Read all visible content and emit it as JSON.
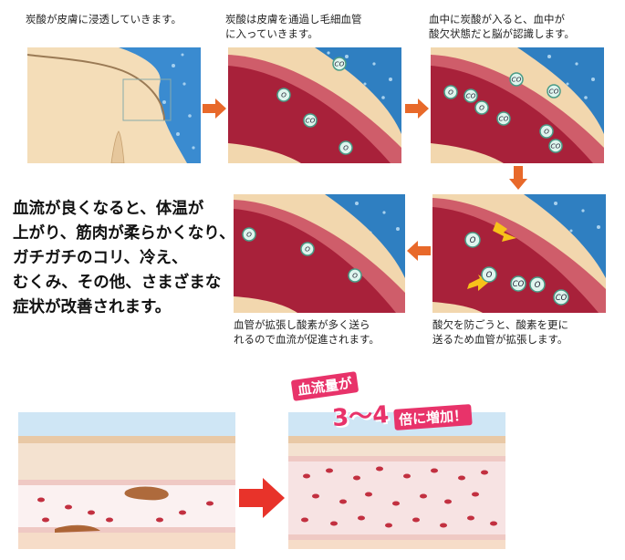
{
  "captions": {
    "step1": "炭酸が皮膚に浸透していきます。",
    "step2_line1": "炭酸は皮膚を通過し毛細血管",
    "step2_line2": "に入っていきます。",
    "step3_line1": "血中に炭酸が入ると、血中が",
    "step3_line2": "酸欠状態だと脳が認識します。",
    "step4_line1": "血管が拡張し酸素が多く送ら",
    "step4_line2": "れるので血流が促進されます。",
    "step5_line1": "酸欠を防ごうと、酸素を更に",
    "step5_line2": "送るため血管が拡張します。"
  },
  "summary": {
    "line1": "血流が良くなると、体温が",
    "line2": "上がり、筋肉が柔らかくなり、",
    "line3": "ガチガチのコリ、冷え、",
    "line4": "むくみ、その他、さまざまな",
    "line5": "症状が改善されます。"
  },
  "banner": {
    "part1": "血流量が",
    "part2": "3〜4",
    "part3": "倍に増加！"
  },
  "molecules": {
    "co2": "CO₂",
    "oxygen": "O",
    "co2_short": "CO"
  },
  "colors": {
    "skin": "#f3dcb6",
    "water": "#2f7fc1",
    "vessel": "#b3263a",
    "arrow": "#e8692a",
    "banner": "#e8336a"
  }
}
